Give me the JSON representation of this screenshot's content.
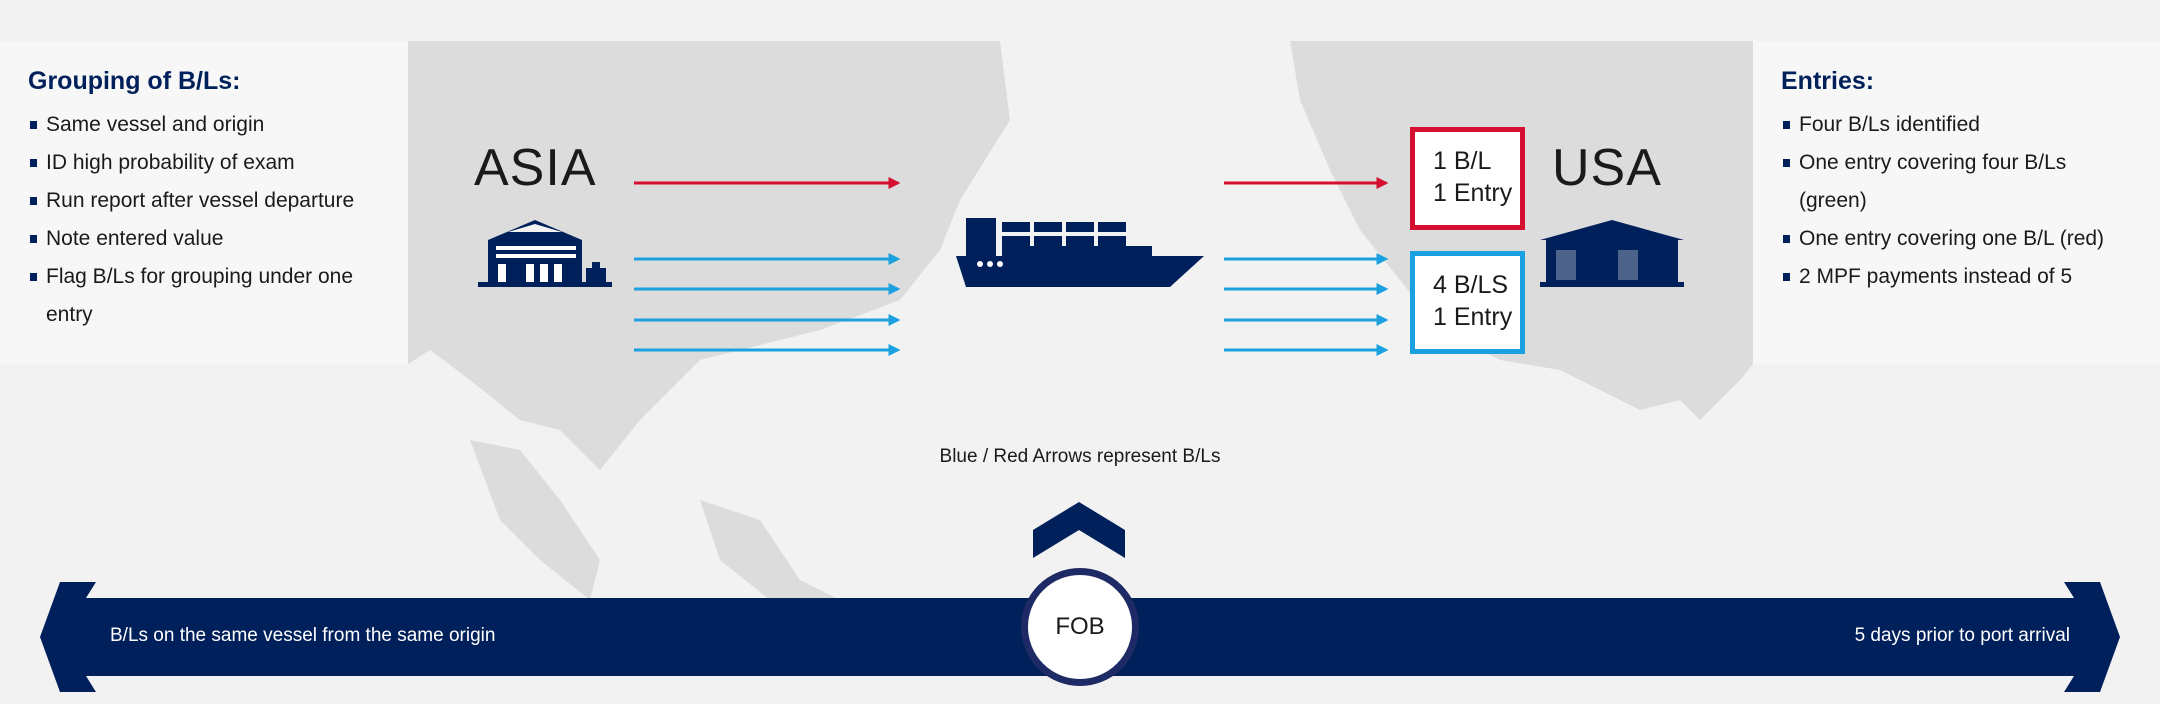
{
  "colors": {
    "navy": "#00205b",
    "red": "#d50f2f",
    "blue": "#1ba0e0",
    "land": "#dcdcdc"
  },
  "left_panel": {
    "title": "Grouping of B/Ls:",
    "items": [
      "Same vessel and origin",
      "ID high probability of exam",
      "Run report after vessel departure",
      "Note entered value",
      "Flag B/Ls for grouping under one entry"
    ]
  },
  "right_panel": {
    "title": "Entries:",
    "items": [
      "Four B/Ls identified",
      "One entry covering four B/Ls (green)",
      "One entry covering one B/L (red)",
      "2 MPF payments instead of 5"
    ]
  },
  "origin_label": "ASIA",
  "destination_label": "USA",
  "red_box": {
    "line1": "1 B/L",
    "line2": "1 Entry"
  },
  "blue_box": {
    "line1": "4 B/LS",
    "line2": "1 Entry"
  },
  "caption": "Blue / Red Arrows represent B/Ls",
  "timeline": {
    "left_text": "B/Ls on the same vessel from the same origin",
    "marker": "FOB",
    "right_text": "5 days prior to port arrival"
  }
}
